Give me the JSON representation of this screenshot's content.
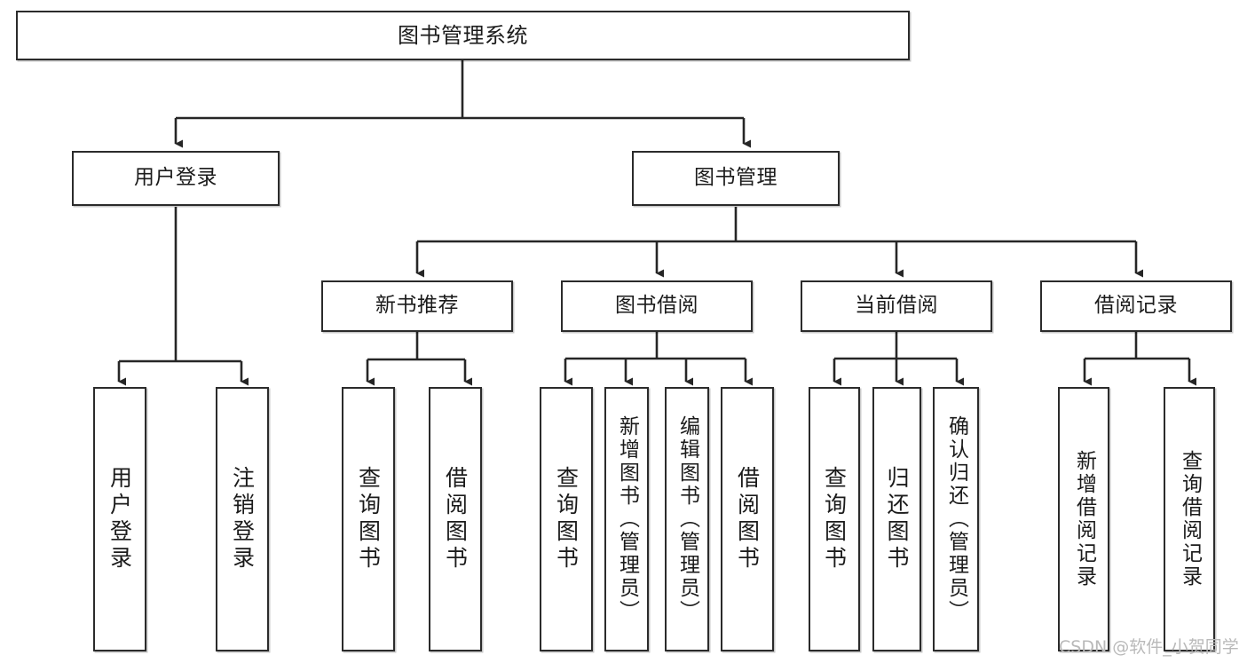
{
  "diagram": {
    "title": "图书管理系统",
    "type": "tree-hierarchy",
    "root": {
      "label": "图书管理系统"
    },
    "level2": [
      {
        "id": "user-login",
        "label": "用户登录"
      },
      {
        "id": "book-management",
        "label": "图书管理"
      }
    ],
    "level3": [
      {
        "id": "new-book-recommend",
        "label": "新书推荐",
        "parent": "book-management"
      },
      {
        "id": "book-borrow",
        "label": "图书借阅",
        "parent": "book-management"
      },
      {
        "id": "current-borrow",
        "label": "当前借阅",
        "parent": "book-management"
      },
      {
        "id": "borrow-record",
        "label": "借阅记录",
        "parent": "book-management"
      }
    ],
    "leaves": {
      "user-login": [
        {
          "id": "leaf-user-login",
          "label": "用户登录"
        },
        {
          "id": "leaf-logout-login",
          "label": "注销登录"
        }
      ],
      "new-book-recommend": [
        {
          "id": "leaf-query-book-1",
          "label": "查询图书"
        },
        {
          "id": "leaf-borrow-book-1",
          "label": "借阅图书"
        }
      ],
      "book-borrow": [
        {
          "id": "leaf-query-book-2",
          "label": "查询图书"
        },
        {
          "id": "leaf-add-book",
          "label": "新增图书（管理员）"
        },
        {
          "id": "leaf-edit-book",
          "label": "编辑图书（管理员）"
        },
        {
          "id": "leaf-borrow-book-2",
          "label": "借阅图书"
        }
      ],
      "current-borrow": [
        {
          "id": "leaf-query-book-3",
          "label": "查询图书"
        },
        {
          "id": "leaf-return-book",
          "label": "归还图书"
        },
        {
          "id": "leaf-confirm-return",
          "label": "确认归还（管理员）"
        }
      ],
      "borrow-record": [
        {
          "id": "leaf-add-record",
          "label": "新增借阅记录"
        },
        {
          "id": "leaf-query-record",
          "label": "查询借阅记录"
        }
      ]
    }
  },
  "watermark": {
    "text": "CSDN @软件_小贺同学"
  },
  "colors": {
    "border": "#2b2b2b",
    "background": "#ffffff",
    "text": "#1b1b1b",
    "connector": "#262626",
    "watermark": "#b9b9b9"
  }
}
